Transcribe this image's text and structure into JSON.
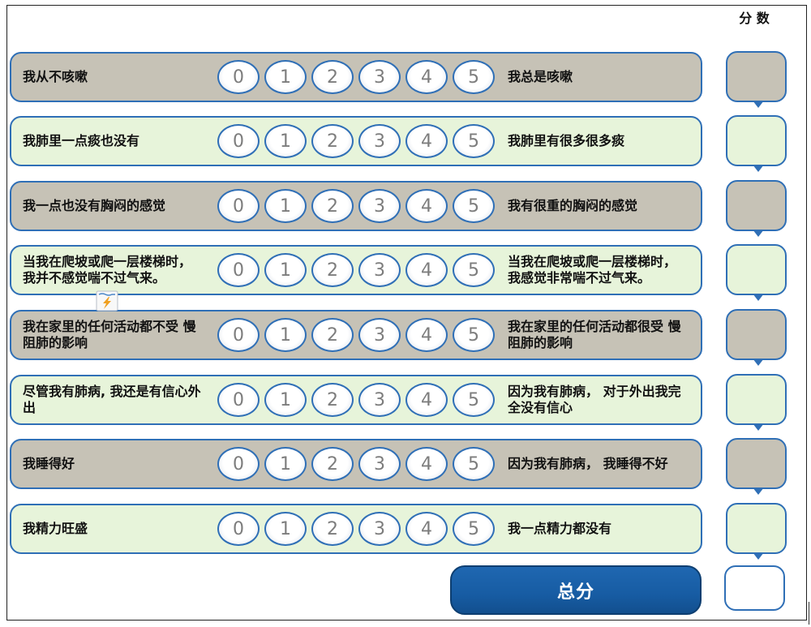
{
  "header": {
    "score_label": "分 数"
  },
  "scale": [
    "0",
    "1",
    "2",
    "3",
    "4",
    "5"
  ],
  "rows": [
    {
      "left": [
        "我从不咳嗽"
      ],
      "right": [
        "我总是咳嗽"
      ]
    },
    {
      "left": [
        "我肺里一点痰也没有"
      ],
      "right": [
        "我肺里有很多很多痰"
      ]
    },
    {
      "left": [
        "我一点也没有胸闷的感觉"
      ],
      "right": [
        "我有很重的胸闷的感觉"
      ]
    },
    {
      "left": [
        "当我在爬坡或爬一层楼梯时，",
        "我并不感觉喘不过气来。"
      ],
      "right": [
        "当我在爬坡或爬一层楼梯时，",
        "我感觉非常喘不过气来。"
      ]
    },
    {
      "left": [
        "我在家里的任何活动都不受 慢",
        "阻肺的影响"
      ],
      "right": [
        "我在家里的任何活动都很受 慢",
        "阻肺的影响"
      ]
    },
    {
      "left": [
        "尽管我有肺病, 我还是有信心外",
        "出"
      ],
      "right": [
        "因为我有肺病， 对于外出我完",
        "全没有信心"
      ]
    },
    {
      "left": [
        "我睡得好"
      ],
      "right": [
        "因为我有肺病， 我睡得不好"
      ]
    },
    {
      "left": [
        "我精力旺盛"
      ],
      "right": [
        "我一点精力都没有"
      ]
    }
  ],
  "total": {
    "label": "总分"
  },
  "icons": {
    "floating_widget": "lightning-note-icon",
    "score_pointer": "down-pointer-icon"
  },
  "colors": {
    "gray_row": "#c6c2b6",
    "green_row": "#e7f4da",
    "border_blue": "#2f6fb6",
    "total_button": "#175ca3",
    "number_gray": "#7d7d7d"
  }
}
